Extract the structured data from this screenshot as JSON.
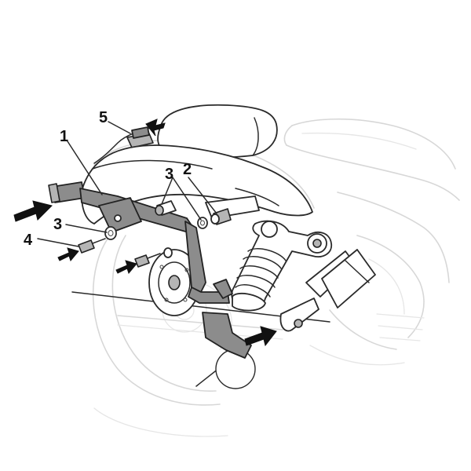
{
  "callouts": {
    "c1": "1",
    "c2": "2",
    "c3a": "3",
    "c3b": "3",
    "c4": "4",
    "c5": "5"
  },
  "colors": {
    "line": "#2a2a2a",
    "bracket_fill": "#8c8c8c",
    "ghost": "#d7d7d7",
    "arrow": "#111111"
  }
}
